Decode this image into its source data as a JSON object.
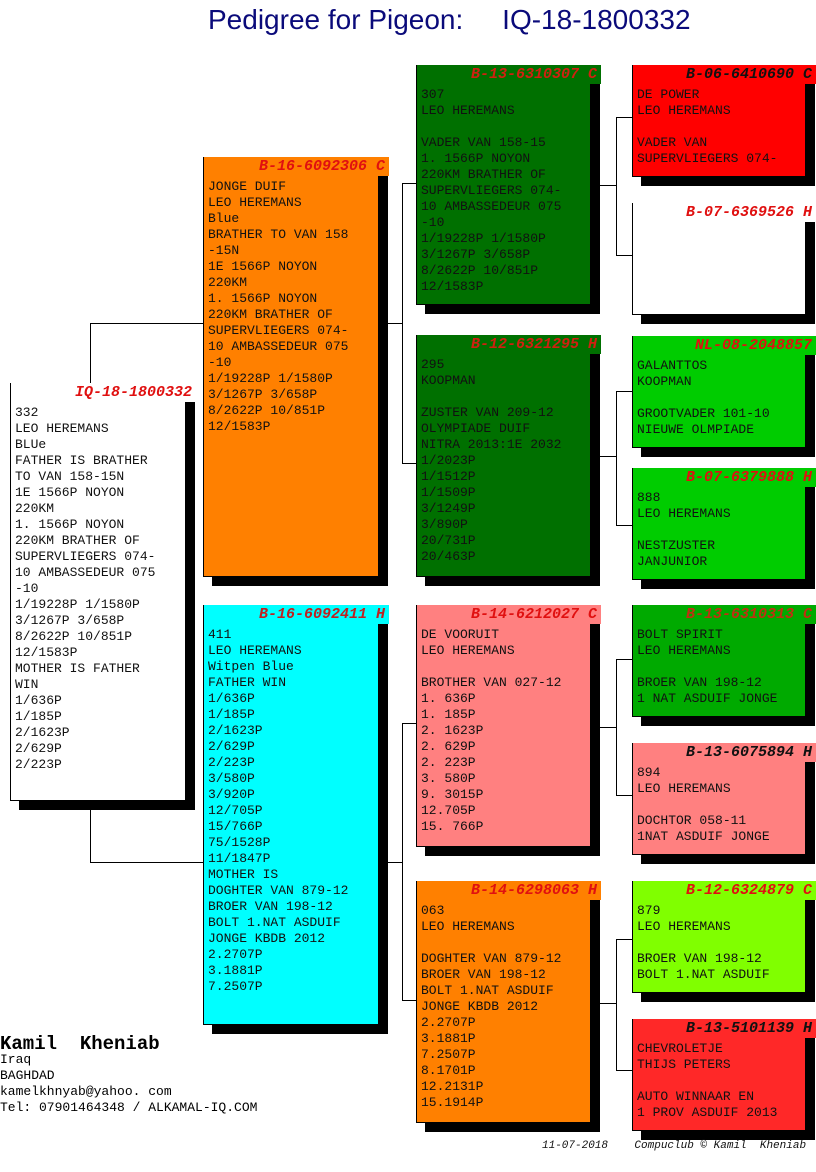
{
  "title": "Pedigree for Pigeon:     IQ-18-1800332",
  "pigeons": [
    {
      "id": "subject",
      "ring": "IQ-18-1800332",
      "bg": "#ffffff",
      "ring_color": "#e01010",
      "lines": [
        "332",
        "LEO HEREMANS",
        "BLUe",
        "FATHER IS BRATHER",
        "TO VAN 158-15N",
        "1E 1566P NOYON",
        "220KM",
        "1. 1566P NOYON",
        "220KM BRATHER OF",
        "SUPERVLIEGERS 074-",
        "10 AMBASSEDEUR 075",
        "-10",
        "1/19228P 1/1580P",
        "3/1267P 3/658P",
        "8/2622P 10/851P",
        "12/1583P",
        "MOTHER IS FATHER",
        "WIN",
        "1/636P",
        "1/185P",
        "2/1623P",
        "2/629P",
        "2/223P"
      ]
    },
    {
      "id": "sire",
      "ring": "B-16-6092306 C",
      "bg": "#ff8000",
      "ring_color": "#e01010",
      "lines": [
        "JONGE DUIF",
        "LEO HEREMANS",
        "Blue",
        "BRATHER TO VAN 158",
        "-15N",
        "1E 1566P NOYON",
        "220KM",
        "1. 1566P NOYON",
        "220KM BRATHER OF",
        "SUPERVLIEGERS 074-",
        "10 AMBASSEDEUR 075",
        "-10",
        "1/19228P 1/1580P",
        "3/1267P 3/658P",
        "8/2622P 10/851P",
        "12/1583P"
      ]
    },
    {
      "id": "dam",
      "ring": "B-16-6092411 H",
      "bg": "#00ffff",
      "ring_color": "#c02020",
      "lines": [
        "411",
        "LEO HEREMANS",
        "Witpen Blue",
        "FATHER WIN",
        "1/636P",
        "1/185P",
        "2/1623P",
        "2/629P",
        "2/223P",
        "3/580P",
        "3/920P",
        "12/705P",
        "15/766P",
        "75/1528P",
        "11/1847P",
        "MOTHER IS",
        "DOGHTER VAN 879-12",
        "BROER VAN 198-12",
        "BOLT 1.NAT ASDUIF",
        "JONGE KBDB 2012",
        "2.2707P",
        "3.1881P",
        "7.2507P"
      ]
    },
    {
      "id": "sire-sire",
      "ring": "B-13-6310307 C",
      "bg": "#007000",
      "ring_color": "#d02010",
      "lines": [
        "307",
        "LEO HEREMANS",
        "",
        "VADER VAN 158-15",
        "1. 1566P NOYON",
        "220KM BRATHER OF",
        "SUPERVLIEGERS 074-",
        "10 AMBASSEDEUR 075",
        "-10",
        "1/19228P 1/1580P",
        "3/1267P 3/658P",
        "8/2622P 10/851P",
        "12/1583P"
      ]
    },
    {
      "id": "sire-dam",
      "ring": "B-12-6321295 H",
      "bg": "#007000",
      "ring_color": "#d02010",
      "lines": [
        "295",
        "KOOPMAN",
        "",
        "ZUSTER VAN 209-12",
        "OLYMPIADE DUIF",
        "NITRA 2013:1E 2032",
        "1/2023P",
        "1/1512P",
        "1/1509P",
        "3/1249P",
        "3/890P",
        "20/731P",
        "20/463P"
      ]
    },
    {
      "id": "dam-sire",
      "ring": "B-14-6212027 C",
      "bg": "#ff8080",
      "ring_color": "#e01010",
      "lines": [
        "DE VOORUIT",
        "LEO HEREMANS",
        "",
        "BROTHER VAN 027-12",
        "1. 636P",
        "1. 185P",
        "2. 1623P",
        "2. 629P",
        "2. 223P",
        "3. 580P",
        "9. 3015P",
        "12.705P",
        "15. 766P"
      ]
    },
    {
      "id": "dam-dam",
      "ring": "B-14-6298063 H",
      "bg": "#ff8000",
      "ring_color": "#e01010",
      "lines": [
        "063",
        "LEO HEREMANS",
        "",
        "DOGHTER VAN 879-12",
        "BROER VAN 198-12",
        "BOLT 1.NAT ASDUIF",
        "JONGE KBDB 2012",
        "2.2707P",
        "3.1881P",
        "7.2507P",
        "8.1701P",
        "12.2131P",
        "15.1914P"
      ]
    },
    {
      "id": "ss-sire",
      "ring": "B-06-6410690 C",
      "bg": "#ff0000",
      "ring_color": "#111111",
      "lines": [
        "DE POWER",
        "LEO HEREMANS",
        "",
        "VADER VAN",
        "SUPERVLIEGERS 074-"
      ]
    },
    {
      "id": "ss-dam",
      "ring": "B-07-6369526 H",
      "bg": "#ffffff",
      "ring_color": "#e01010",
      "lines": []
    },
    {
      "id": "sd-sire",
      "ring": "NL-08-2048857",
      "bg": "#00cc00",
      "ring_color": "#e01010",
      "lines": [
        "GALANTTOS",
        "KOOPMAN",
        "",
        "GROOTVADER 101-10",
        "NIEUWE OLMPIADE"
      ]
    },
    {
      "id": "sd-dam",
      "ring": "B-07-6379888 H",
      "bg": "#00cc00",
      "ring_color": "#e01010",
      "lines": [
        "888",
        "LEO HEREMANS",
        "",
        "NESTZUSTER",
        "JANJUNIOR"
      ]
    },
    {
      "id": "ds-sire",
      "ring": "B-13-6310313 C",
      "bg": "#00aa00",
      "ring_color": "#c03010",
      "lines": [
        "BOLT SPIRIT",
        "LEO HEREMANS",
        "",
        "BROER VAN 198-12",
        "1 NAT ASDUIF JONGE"
      ]
    },
    {
      "id": "ds-dam",
      "ring": "B-13-6075894 H",
      "bg": "#ff8080",
      "ring_color": "#111111",
      "lines": [
        "894",
        "LEO HEREMANS",
        "",
        "DOCHTOR 058-11",
        "1NAT ASDUIF JONGE"
      ]
    },
    {
      "id": "dd-sire",
      "ring": "B-12-6324879 C",
      "bg": "#80ff00",
      "ring_color": "#e01010",
      "lines": [
        "879",
        "LEO HEREMANS",
        "",
        "BROER VAN 198-12",
        "BOLT 1.NAT ASDUIF"
      ]
    },
    {
      "id": "dd-dam",
      "ring": "B-13-5101139 H",
      "bg": "#ff2828",
      "ring_color": "#111111",
      "lines": [
        "CHEVROLETJE",
        "THIJS PETERS",
        "",
        "AUTO WINNAAR EN",
        "1 PROV ASDUIF 2013"
      ]
    }
  ],
  "owner": {
    "name": "Kamil  Kheniab",
    "country": "Iraq",
    "city": "BAGHDAD",
    "email": "kamelkhnyab@yahoo. com",
    "contact": "Tel: 07901464348 / ALKAMAL-IQ.COM"
  },
  "footer": {
    "date": "11-07-2018",
    "credit": "Compuclub © Kamil  Kheniab"
  }
}
